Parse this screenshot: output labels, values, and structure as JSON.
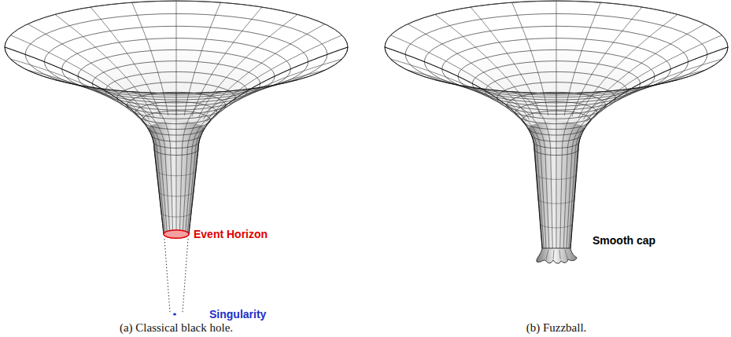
{
  "diagram": {
    "labels": [
      "Event Horizon",
      "Singularity",
      "Smooth cap",
      "(a) Classical black hole.",
      "(b) Fuzzball."
    ]
  }
}
